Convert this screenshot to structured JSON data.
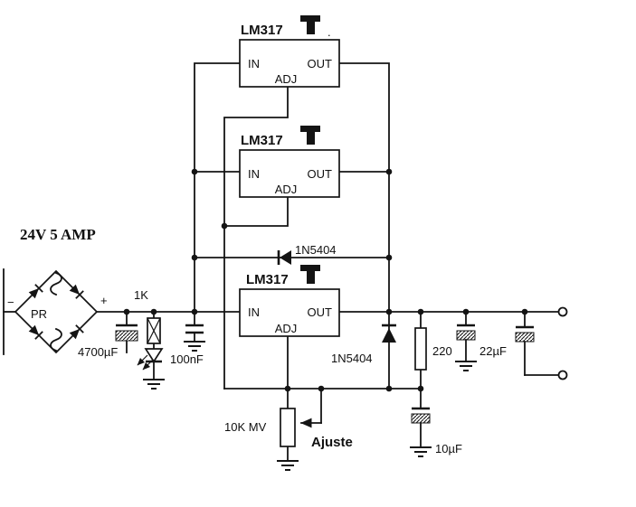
{
  "title": "24V 5 AMP",
  "regulators": [
    {
      "name": "LM317",
      "pin_in": "IN",
      "pin_out": "OUT",
      "pin_adj": "ADJ",
      "suffix": "."
    },
    {
      "name": "LM317",
      "pin_in": "IN",
      "pin_out": "OUT",
      "pin_adj": "ADJ",
      "suffix": ""
    },
    {
      "name": "LM317",
      "pin_in": "IN",
      "pin_out": "OUT",
      "pin_adj": "ADJ",
      "suffix": ""
    }
  ],
  "bridge": {
    "label": "PR",
    "minus": "−",
    "plus": "+"
  },
  "components": {
    "led_resistor": "1K",
    "filter_cap": "4700µF",
    "bypass_cap": "100nF",
    "diode_in_out": "1N5404",
    "diode_out_adj": "1N5404",
    "potentiometer": "10K MV",
    "adjust_label": "Ajuste",
    "adj_resistor": "220",
    "output_cap": "22µF",
    "adj_cap": "10µF"
  }
}
